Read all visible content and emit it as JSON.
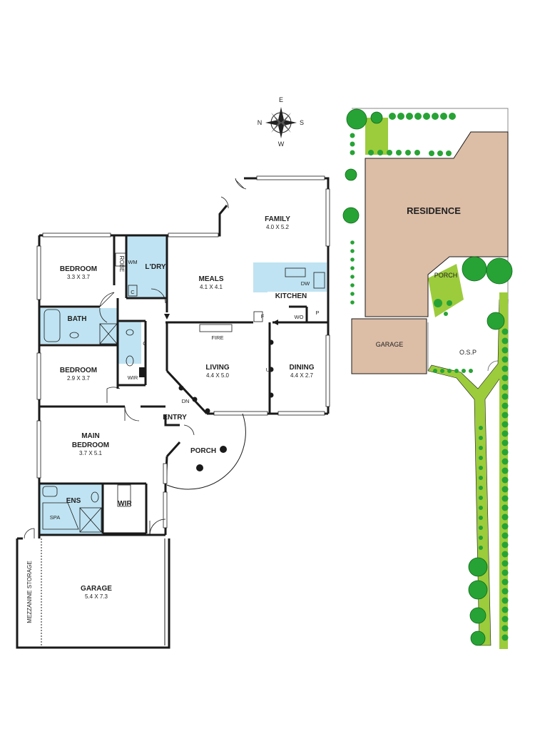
{
  "compass": {
    "n": "N",
    "e": "E",
    "s": "S",
    "w": "W"
  },
  "rooms": {
    "bedroom1": {
      "name": "BEDROOM",
      "dims": "3.3 X 3.7"
    },
    "robe": "ROBE",
    "wm": "WM",
    "laundry": "L'DRY",
    "c1": "C",
    "bath": "BATH",
    "c2": "C",
    "bedroom2": {
      "name": "BEDROOM",
      "dims": "2.9 X 3.7"
    },
    "wir1": "WIR",
    "main_bedroom": {
      "name": "MAIN",
      "name2": "BEDROOM",
      "dims": "3.7 X 5.1"
    },
    "ens": "ENS",
    "spa": "SPA",
    "wir2": "WIR",
    "garage": {
      "name": "GARAGE",
      "dims": "5.4 X 7.3"
    },
    "mezzanine": "MEZZANINE STORAGE",
    "family": {
      "name": "FAMILY",
      "dims": "4.0 X 5.2"
    },
    "meals": {
      "name": "MEALS",
      "dims": "4.1 X 4.1"
    },
    "kitchen": "KITCHEN",
    "dw": "DW",
    "wo": "WO",
    "p": "P",
    "f": "F",
    "fire": "FIRE",
    "living": {
      "name": "LIVING",
      "dims": "4.4 X 5.0"
    },
    "up": "UP",
    "dining": {
      "name": "DINING",
      "dims": "4.4 X 2.7"
    },
    "dn": "DN",
    "entry": "ENTRY",
    "porch": "PORCH"
  },
  "site": {
    "residence": "RESIDENCE",
    "garage": "GARAGE",
    "porch": "PORCH",
    "osp": "O.S.P"
  },
  "colors": {
    "wall": "#1a1a1a",
    "wet_area": "#bfe3f2",
    "site_building": "#dcbda6",
    "hedge_green": "#27a335",
    "lawn_green": "#9ccc3c"
  }
}
